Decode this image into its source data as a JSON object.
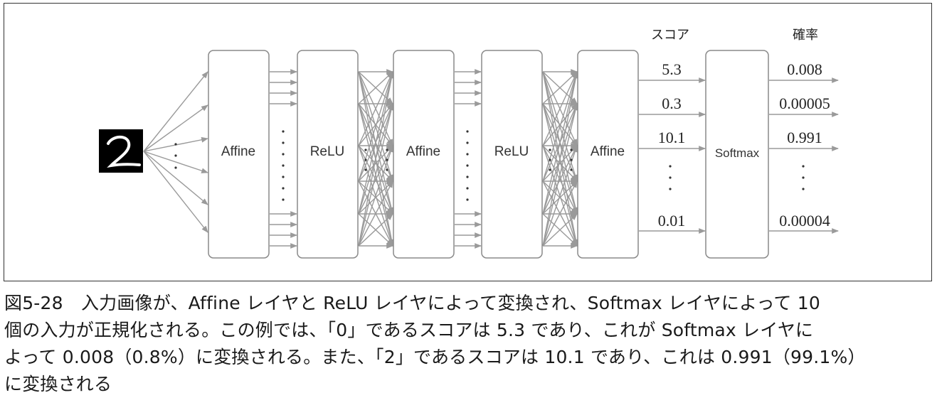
{
  "diagram": {
    "layers": [
      {
        "label": "Affine"
      },
      {
        "label": "ReLU"
      },
      {
        "label": "Affine"
      },
      {
        "label": "ReLU"
      },
      {
        "label": "Affine"
      },
      {
        "label": "Softmax"
      }
    ],
    "score_header": "スコア",
    "prob_header": "確率",
    "scores": [
      "5.3",
      "0.3",
      "10.1",
      "0.01"
    ],
    "probabilities": [
      "0.008",
      "0.00005",
      "0.991",
      "0.00004"
    ],
    "input_digit": "2"
  },
  "caption": {
    "line1": "図5-28　入力画像が、Affine レイヤと ReLU レイヤによって変換され、Softmax レイヤによって 10",
    "line2": "個の入力が正規化される。この例では、「0」であるスコアは 5.3 であり、これが Softmax レイヤに",
    "line3": "よって 0.008（0.8%）に変換される。また、「2」であるスコアは 10.1 であり、これは 0.991（99.1%）",
    "line4": "に変換される"
  }
}
